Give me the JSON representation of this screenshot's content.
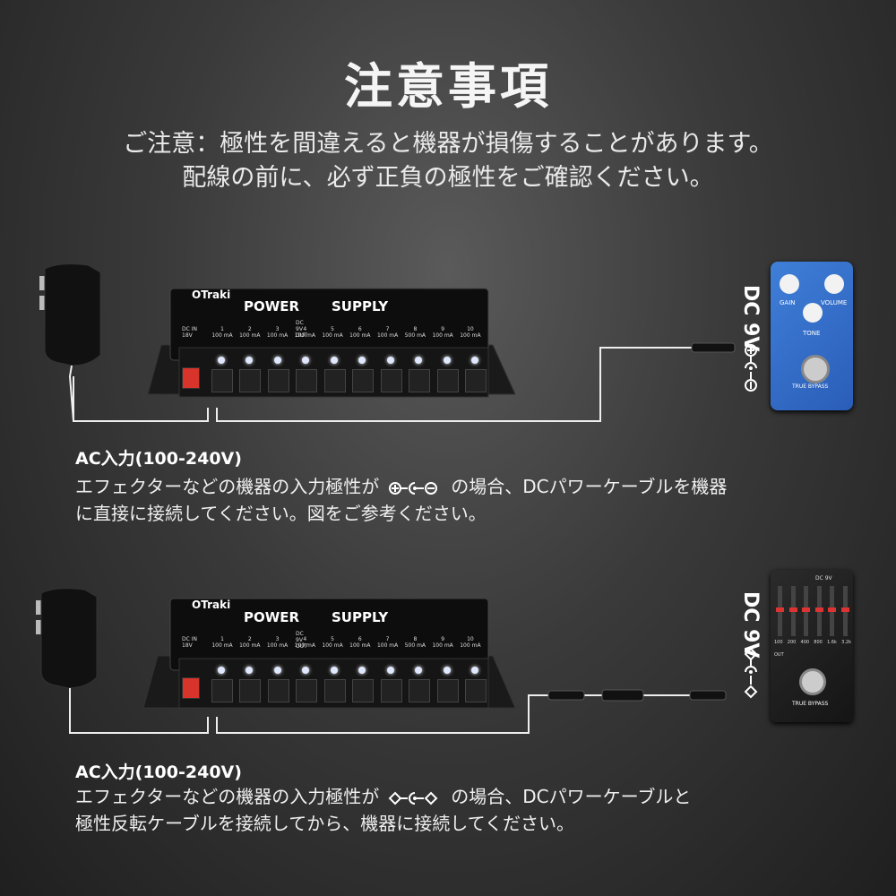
{
  "title": "注意事項",
  "subtitle": [
    "ご注意：極性を間違えると機器が損傷することがあります。",
    "配線の前に、必ず正負の極性をご確認ください。"
  ],
  "device": {
    "brand": "OTraki",
    "name_left": "POWER",
    "name_right": "SUPPLY",
    "header": "DC 9V OUT",
    "input_label": "DC IN 18V",
    "ports": [
      {
        "num": "1",
        "current": "100 mA"
      },
      {
        "num": "2",
        "current": "100 mA"
      },
      {
        "num": "3",
        "current": "100 mA"
      },
      {
        "num": "4",
        "current": "100 mA"
      },
      {
        "num": "5",
        "current": "100 mA"
      },
      {
        "num": "6",
        "current": "100 mA"
      },
      {
        "num": "7",
        "current": "100 mA"
      },
      {
        "num": "8",
        "current": "500 mA"
      },
      {
        "num": "9",
        "current": "100 mA"
      },
      {
        "num": "10",
        "current": "100 mA"
      }
    ]
  },
  "pedal_blue": {
    "knob1": "GAIN",
    "knob2": "VOLUME",
    "knob3": "TONE",
    "switch": "TRUE BYPASS"
  },
  "pedal_eq": {
    "header": "DC 9V",
    "bands": [
      "100",
      "200",
      "400",
      "800",
      "1.6k",
      "3.2k"
    ],
    "switch": "TRUE BYPASS",
    "side": "OUT"
  },
  "section1": {
    "dc_label": "DC 9V",
    "label": "AC入力(100-240V)",
    "line1_before": "エフェクターなどの機器の入力極性が",
    "line1_after": "の場合、DCパワーケーブルを機器",
    "line2": "に直接に接続してください。図をご参考ください。"
  },
  "section2": {
    "dc_label": "DC 9V",
    "label": "AC入力(100-240V)",
    "line1_before": "エフェクターなどの機器の入力極性が",
    "line1_after": "の場合、DCパワーケーブルと",
    "line2": "極性反転ケーブルを接続してから、機器に接続してください。"
  }
}
